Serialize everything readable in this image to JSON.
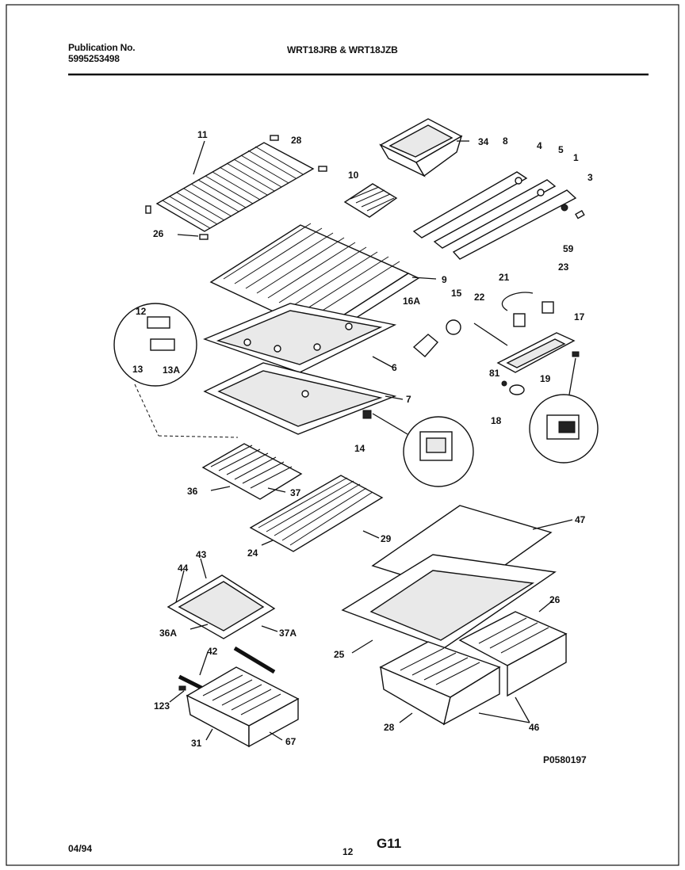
{
  "header": {
    "publication_label": "Publication No.",
    "publication_number": "5995253498",
    "models": "WRT18JRB & WRT18JZB"
  },
  "footer": {
    "date": "04/94",
    "page_number": "12",
    "section_code": "G11",
    "figure_code": "P0580197"
  },
  "parts": {
    "p11": "11",
    "p28": "28",
    "p26": "26",
    "p10": "10",
    "p34": "34",
    "p8": "8",
    "p4": "4",
    "p5": "5",
    "p1": "1",
    "p3": "3",
    "p59": "59",
    "p9": "9",
    "p12": "12",
    "p13": "13",
    "p13a": "13A",
    "p16a": "16A",
    "p15": "15",
    "p21": "21",
    "p23": "23",
    "p22": "22",
    "p17": "17",
    "p6": "6",
    "p7": "7",
    "p81": "81",
    "p19": "19",
    "p18": "18",
    "p14": "14",
    "p36": "36",
    "p37": "37",
    "p24": "24",
    "p29": "29",
    "p47": "47",
    "p44": "44",
    "p43": "43",
    "p36a": "36A",
    "p37a": "37A",
    "p42": "42",
    "p123": "123",
    "p31": "31",
    "p67": "67",
    "p25": "25",
    "p26b": "26",
    "p28b": "28",
    "p46": "46"
  }
}
